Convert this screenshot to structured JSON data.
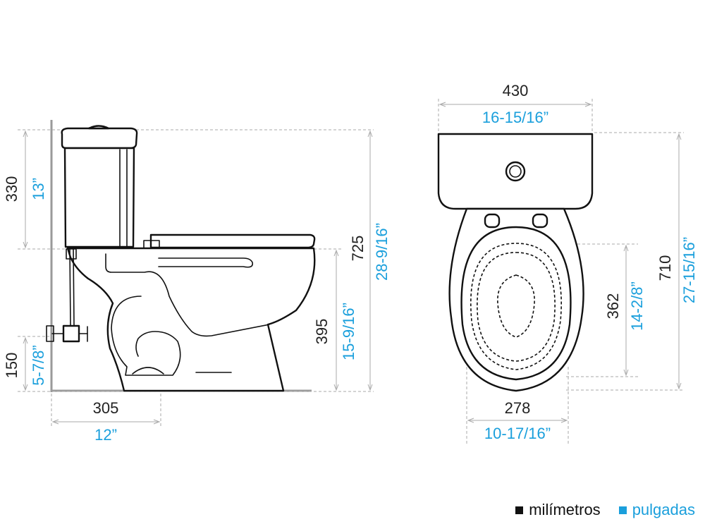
{
  "side_view": {
    "tank_height": {
      "mm": "330",
      "in": "13”"
    },
    "total_height": {
      "mm": "725",
      "in": "28-9/16”"
    },
    "bowl_height": {
      "mm": "395",
      "in": "15-9/16”"
    },
    "supply_height": {
      "mm": "150",
      "in": "5-7/8”"
    },
    "rough_in": {
      "mm": "305",
      "in": "12”"
    }
  },
  "top_view": {
    "tank_width": {
      "mm": "430",
      "in": "16-15/16”"
    },
    "total_depth": {
      "mm": "710",
      "in": "27-15/16”"
    },
    "bowl_length": {
      "mm": "362",
      "in": "14-2/8”"
    },
    "bowl_width": {
      "mm": "278",
      "in": "10-17/16”"
    }
  },
  "legend": {
    "mm_label": "milímetros",
    "in_label": "pulgadas",
    "mm_color": "#111111",
    "in_color": "#1a9fdc"
  }
}
